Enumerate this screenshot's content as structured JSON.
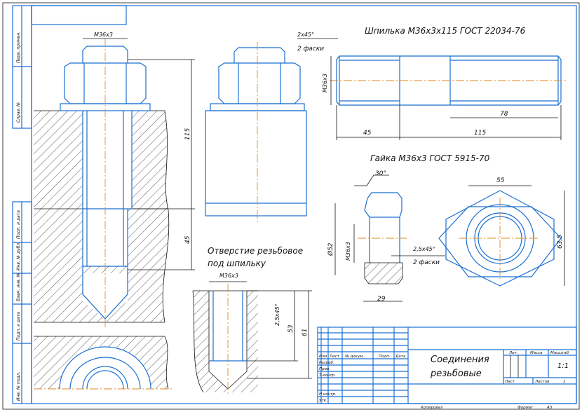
{
  "stud_title": "Шпилька М36х3х115 ГОСТ 22034-76",
  "nut_title": "Гайка М36х3 ГОСТ 5915-70",
  "hole_title": [
    "Отверстие резьбовое",
    "под шпильку"
  ],
  "assembly": {
    "thread": "М36х3",
    "dim_length": "115",
    "dim_depth": "45"
  },
  "stud": {
    "chamfer": "2х45°",
    "chamfer_note": "2 фаски",
    "thread": "М36х3",
    "dim_a": "45",
    "dim_b": "115",
    "dim_c": "78"
  },
  "nut": {
    "angle": "30°",
    "dia": "Ø52",
    "thread": "М36х3",
    "chamfer": "2,5х45°",
    "chamfer_note": "2 фаски",
    "height": "29",
    "across_flats": "55",
    "across_corners": "63,5"
  },
  "hole": {
    "thread": "М36х3",
    "chamfer": "2,5х45°",
    "dim_thread": "53",
    "dim_depth": "61"
  },
  "side_strip": [
    "Перв. примен.",
    "Справ. №",
    "Подп. и дата",
    "Инв. № дубл.",
    "Взам. инв. №",
    "Подп. и дата",
    "Инв. № подл."
  ],
  "title_block": {
    "headers": [
      "Изм",
      "Лист",
      "№ докум.",
      "Подп.",
      "Дата"
    ],
    "roles": [
      "Разраб.",
      "Пров.",
      "Т.контр.",
      "",
      "Н.контр.",
      "Утв."
    ],
    "name": [
      "Соединения",
      "резьбовые"
    ],
    "lit": "Лит.",
    "mass": "Масса",
    "scale_label": "Масштаб",
    "scale": "1:1",
    "sheet": "Лист",
    "sheets": "Листов",
    "sheets_count": "1",
    "copied": "Копировал",
    "format_label": "Формат",
    "format": "A3"
  }
}
